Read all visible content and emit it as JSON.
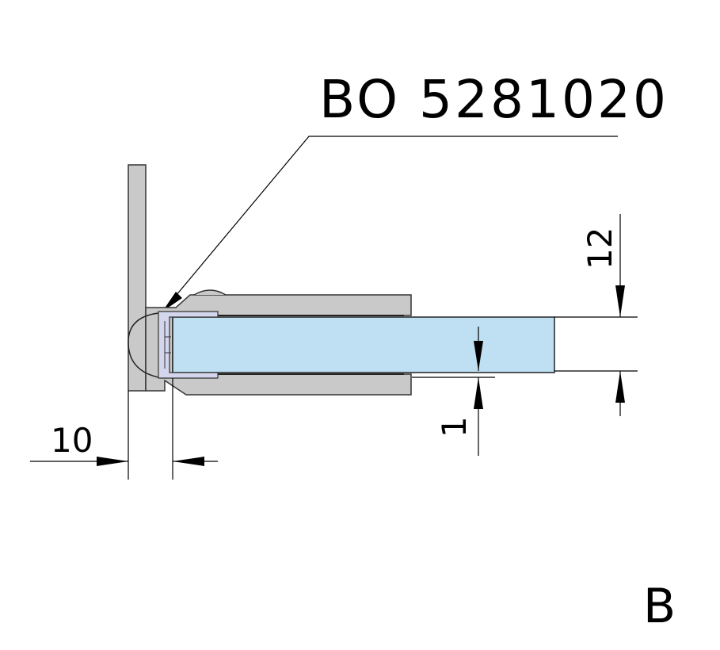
{
  "part_number": "BO 5281020",
  "view_label": "B",
  "dimensions": {
    "seal_offset": "10",
    "glass_gap": "1",
    "glass_thickness": "12"
  },
  "colors": {
    "metal": "#c9c9c9",
    "glass": "#bee0f2",
    "seal": "#d3d6ec",
    "line": "#000000"
  }
}
